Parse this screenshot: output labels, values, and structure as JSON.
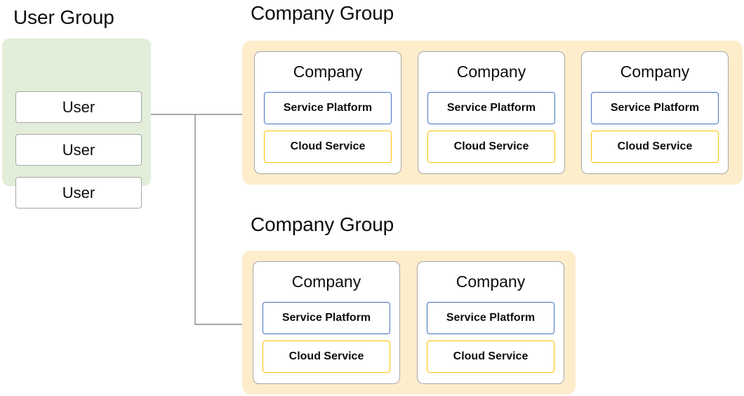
{
  "diagram": {
    "title_user_group": "User Group",
    "title_company_group_1": "Company Group",
    "title_company_group_2": "Company Group",
    "user_group": {
      "label": "User Group",
      "background_color": "#E2EED9",
      "users": [
        {
          "label": "User"
        },
        {
          "label": "User"
        },
        {
          "label": "User"
        }
      ]
    },
    "company_groups": [
      {
        "label": "Company Group",
        "background_color": "#FDEDCB",
        "companies": [
          {
            "label": "Company",
            "service_platform": "Service Platform",
            "cloud_service": "Cloud Service"
          },
          {
            "label": "Company",
            "service_platform": "Service Platform",
            "cloud_service": "Cloud Service"
          },
          {
            "label": "Company",
            "service_platform": "Service Platform",
            "cloud_service": "Cloud Service"
          }
        ]
      },
      {
        "label": "Company Group",
        "background_color": "#FDEDCB",
        "companies": [
          {
            "label": "Company",
            "service_platform": "Service Platform",
            "cloud_service": "Cloud Service"
          },
          {
            "label": "Company",
            "service_platform": "Service Platform",
            "cloud_service": "Cloud Service"
          }
        ]
      }
    ],
    "colors": {
      "user_group_fill": "#E2EED9",
      "company_group_fill": "#FDEDCB",
      "card_border": "#A6A6A6",
      "service_platform_border": "#4472C4",
      "cloud_service_border": "#FFC000",
      "connector_line": "#8C8C8C",
      "text": "#0D0D0D"
    },
    "connector": {
      "description": "user-group-to-company-groups"
    }
  }
}
